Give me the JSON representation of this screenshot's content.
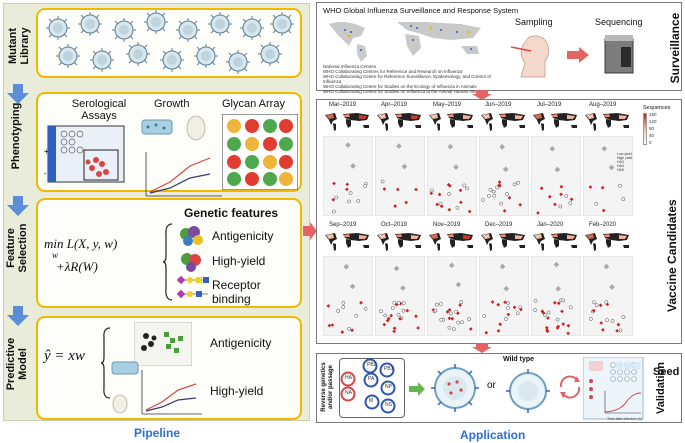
{
  "pipeline": {
    "title": "Pipeline",
    "stages": {
      "mutant_library": "Mutant\nLibrary",
      "phenotyping": "Phenotyping",
      "feature_selection": "Feature\nSelection",
      "predictive_model": "Predictive\nModel"
    },
    "phenotyping": {
      "serological": "Serological\nAssays",
      "growth": "Growth",
      "glycan": "Glycan Array"
    },
    "feature_selection": {
      "equation_line1": "min L(X, y, w)",
      "equation_sub": "w",
      "equation_line2": "+λR(W)",
      "genetic_title": "Genetic features",
      "features": [
        "Antigenicity",
        "High-yield",
        "Receptor\nbinding"
      ]
    },
    "predictive_model": {
      "equation": "ŷ = xw",
      "features": [
        "Antigenicity",
        "High-yield"
      ]
    }
  },
  "application": {
    "title": "Application",
    "surveillance": {
      "header": "WHO Global Influenza Surveillance and Response System",
      "sampling": "Sampling",
      "sequencing": "Sequencing",
      "side_label": "Surveillance",
      "legend": [
        "National Influenza Centres",
        "WHO Collaborating Centres for Reference and Research on Influenza",
        "WHO Collaborating Centre for Reference Surveillance, Epidemiology, and Control of Influenza",
        "WHO Collaborating Centre for Studies on the Ecology of Influenza in Animals",
        "WHO Collaborating Centre for Studies on Influenza at the Animal Human Interface"
      ]
    },
    "vaccine_candidates": {
      "side_label": "Vaccine Candidates",
      "months_row1": [
        "Mar–2019",
        "Apr–2019",
        "May–2019",
        "Jun–2019",
        "Jul–2019",
        "Aug–2019"
      ],
      "months_row2": [
        "Sep–2019",
        "Oct–2019",
        "Nov–2019",
        "Dec–2019",
        "Jan–2020",
        "Feb–2020"
      ],
      "sequences_label": "Sequences",
      "sequences_ticks": [
        "160",
        "120",
        "80",
        "40",
        "0"
      ],
      "legend": [
        "Low yield",
        "High yield",
        "HA3",
        "HA4",
        "HA5"
      ]
    },
    "validation": {
      "side_label_1": "Seed",
      "side_label_2": "Validation",
      "reverse_genetics": "Reverse genetics\nand/or passage",
      "segments": [
        "PB2",
        "PB1",
        "PA",
        "HA",
        "NP",
        "NA",
        "M",
        "NS"
      ],
      "or": "or",
      "wild_type": "Wild type",
      "time_axis": "Time after infection (h)"
    }
  },
  "colors": {
    "stage_border": "#f1b800",
    "arrow_blue": "#5b8ed6",
    "arrow_red": "#e46464",
    "title_blue": "#2c6fd1"
  }
}
